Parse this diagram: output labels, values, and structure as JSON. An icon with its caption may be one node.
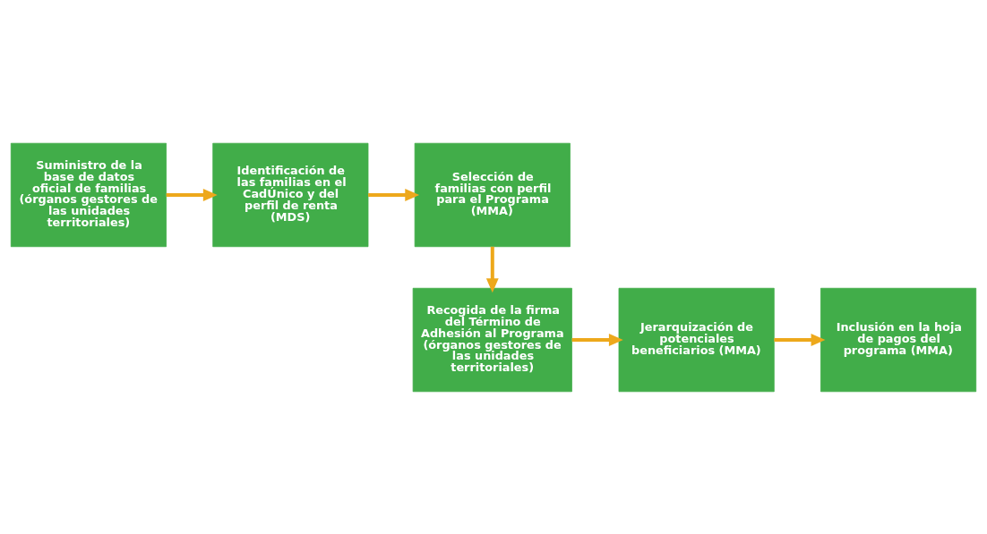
{
  "diagram": {
    "nodes": [
      {
        "text": [
          "Suministro de la base de datos oficial de familias (órganos gestores de las unidades territoriales)"
        ]
      },
      {
        "text": [
          "Identificación de las familias en el CadÚnico y del perfil de renta (MDS)"
        ]
      },
      {
        "text": [
          "Selección de familias con perfil para el Programa (MMA)"
        ]
      },
      {
        "text": [
          "Recogida de la firma del Término de Adhesión al Programa (órganos gestores de las unidades territoriales)"
        ]
      },
      {
        "text": [
          "Jerarquización de potenciales beneficiarios (MMA)"
        ]
      },
      {
        "text": [
          "Inclusión en la hoja de pagos del programa (MMA)"
        ]
      }
    ],
    "edges": [
      {
        "from": 0,
        "to": 1,
        "arrow": "to"
      },
      {
        "from": 1,
        "to": 2,
        "arrow": "to"
      },
      {
        "from": 2,
        "to": 3,
        "arrow": "to"
      },
      {
        "from": 3,
        "to": 4,
        "arrow": "to"
      },
      {
        "from": 4,
        "to": 5,
        "arrow": "to"
      }
    ]
  }
}
